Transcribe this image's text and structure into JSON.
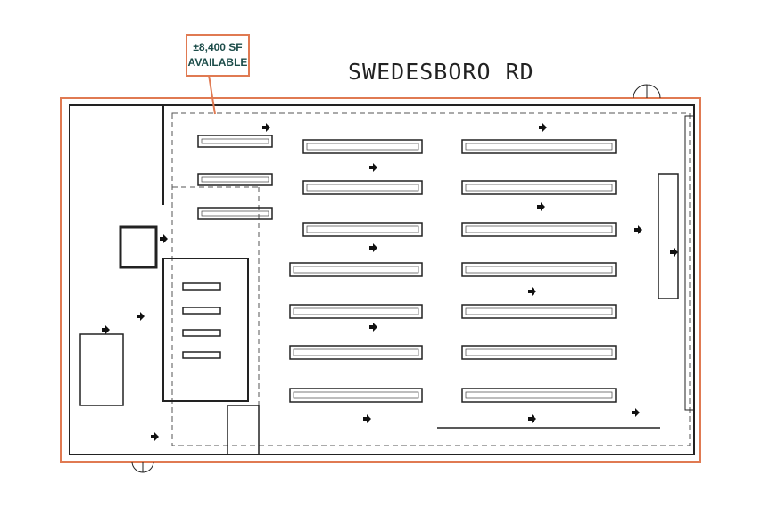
{
  "callout": {
    "line1": "±8,400 SF",
    "line2": "AVAILABLE"
  },
  "road_label": "SWEDESBORO RD",
  "colors": {
    "property_line": "#e07a52",
    "callout_text": "#1d4d4a",
    "walls": "#222222"
  }
}
